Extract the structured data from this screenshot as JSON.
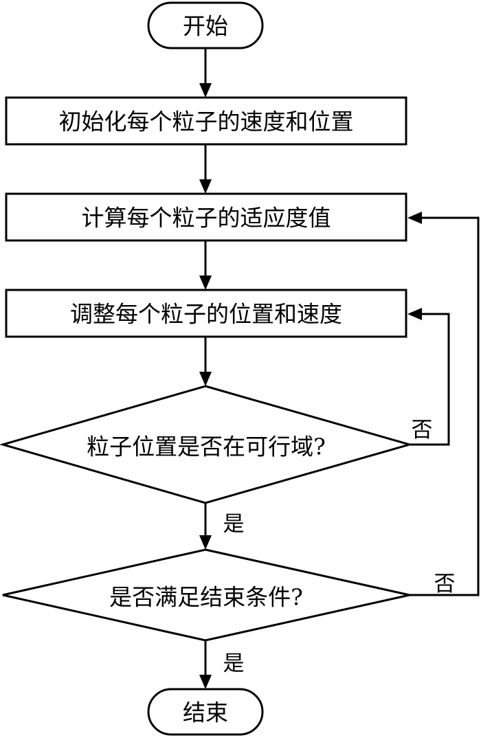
{
  "nodes": {
    "start": "开始",
    "init": "初始化每个粒子的速度和位置",
    "fitness": "计算每个粒子的适应度值",
    "adjust": "调整每个粒子的位置和速度",
    "feasible": "粒子位置是否在可行域?",
    "termination": "是否满足结束条件?",
    "end": "结束"
  },
  "edges": {
    "feasible_yes": "是",
    "feasible_no": "否",
    "termination_yes": "是",
    "termination_no": "否"
  }
}
